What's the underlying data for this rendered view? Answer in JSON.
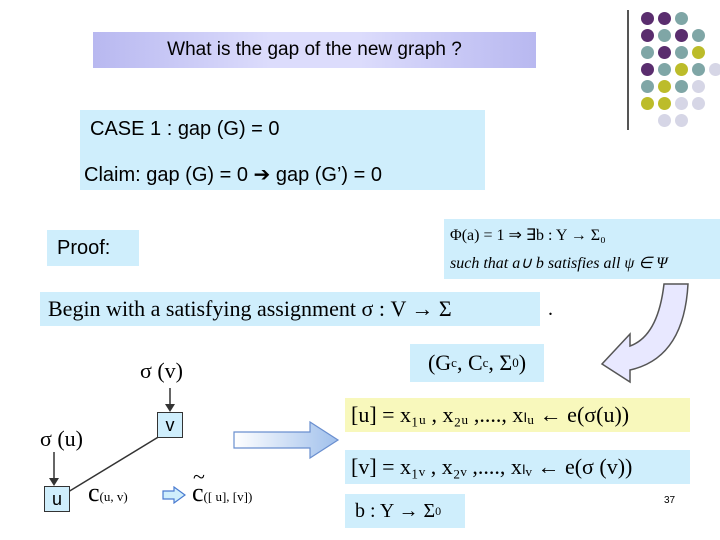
{
  "title": "What is the gap of the new graph ?",
  "case_label": "CASE 1 :  gap (G) = 0",
  "claim_left": "Claim: gap (G) = 0 ",
  "claim_arrow": "➔",
  "claim_right": " gap (G’) = 0",
  "proof_label": "Proof:",
  "formula_line1": "Φ(a) = 1   ⇒  ∃b : Y → Σ₀",
  "formula_line2": "such  that  a∪ b satisfies  all  ψ ∈ Ψ",
  "begin_text": "Begin with  a satisfying  assignment  σ : V → Σ",
  "begin_dot": ".",
  "sigma_v": "σ (v)",
  "sigma_u": "σ (u)",
  "node_v": "v",
  "node_u": "u",
  "c_uv": "c",
  "c_uv_sub": "(u, v)",
  "c_tilde": "c",
  "c_tilde_sub": "([ u], [v])",
  "tilde": "~",
  "gc_text": "(G",
  "gc_sub1": "c",
  "gc_mid": ", C",
  "gc_sub2": "c",
  "gc_end": ", Σ",
  "gc_sub3": "0",
  "gc_close": ")",
  "u_eq": "[u] = x₁ᵤ , x₂ᵤ ,...., xₗᵤ  ← e(σ(u))",
  "v_eq": "[v] = x₁ᵥ , x₂ᵥ ,...., xₗᵥ  ← e(σ (v))",
  "b_eq": "b : Y → Σ",
  "b_sub": "0",
  "page_number": "37",
  "colors": {
    "light_blue": "#cfeefc",
    "light_yellow": "#f8f8bc",
    "purple": "#5a2d6e",
    "teal": "#7fa6a6",
    "olive": "#bcbc2a",
    "lavender": "#d6d6e6"
  }
}
